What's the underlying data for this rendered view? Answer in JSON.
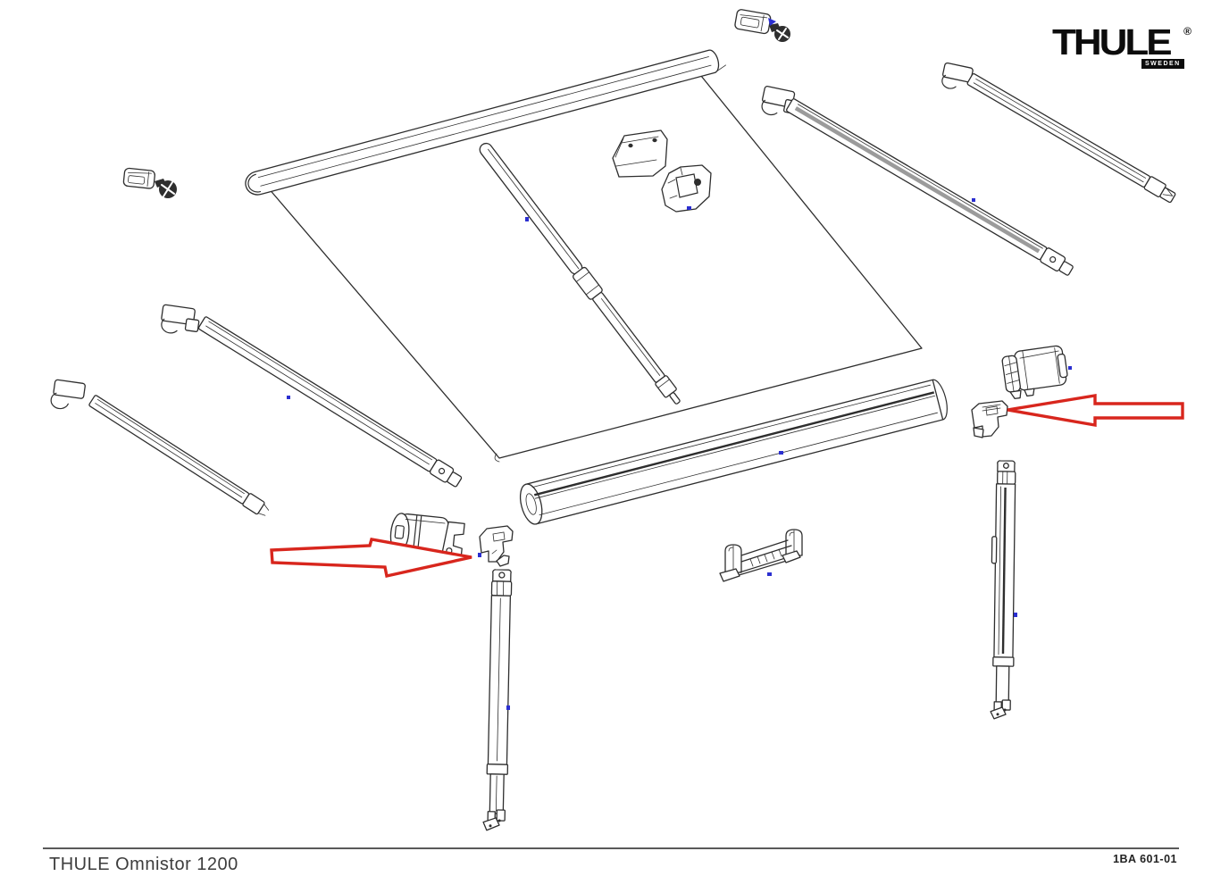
{
  "page": {
    "background": "#ffffff"
  },
  "logo": {
    "brand": "THULE",
    "country": "SWEDEN",
    "registered_mark": "®"
  },
  "footer": {
    "model_name": "THULE Omnistor 1200",
    "drawing_number": "1BA 601-01"
  },
  "colors": {
    "line": "#2e2e2e",
    "arrow_red": "#d8261d",
    "marker_blue": "#2b2fd0",
    "logo_black": "#0c0c0c",
    "footer_text": "#3d3d3d",
    "stripe_gray": "#9b9b9b",
    "rule_gray": "#5a5a5a"
  }
}
